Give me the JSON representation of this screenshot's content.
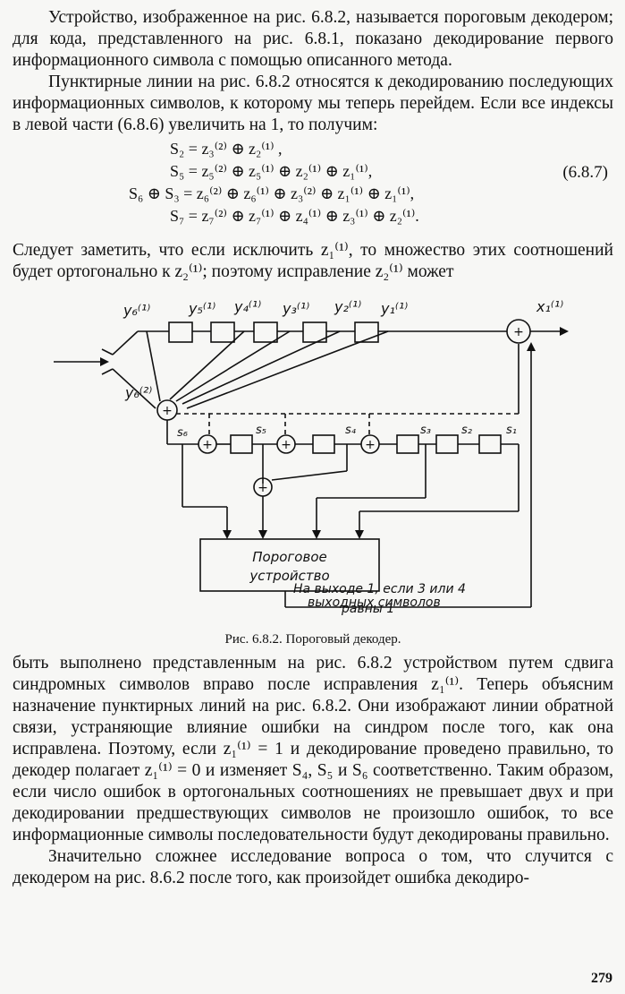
{
  "paragraphs": {
    "p1": "Устройство, изображенное на рис. 6.8.2, называется пороговым декодером; для кода, представленного на рис. 6.8.1, показано декодирование первого информационного символа с помощью описанного метода.",
    "p2": "Пунктирные линии на рис. 6.8.2 относятся к декодированию последующих информационных символов, к которому мы теперь перейдем. Если все индексы в левой части (6.8.6) увеличить на 1, то получим:",
    "p3": "Следует заметить, что если исключить z₁⁽¹⁾, то множество этих соотношений будет ортогонально к z₂⁽¹⁾; поэтому исправление z₂⁽¹⁾ может",
    "p4": "быть выполнено представленным на рис. 6.8.2 устройством путем сдвига синдромных символов вправо после исправления z₁⁽¹⁾. Теперь объясним назначение пунктирных линий на рис. 6.8.2. Они изображают линии обратной связи, устраняющие влияние ошибки на синдром после того, как она исправлена. Поэтому, если z₁⁽¹⁾ = 1 и декодирование проведено правильно, то декодер полагает z₁⁽¹⁾ = 0 и изменяет S₄, S₅ и S₆ соответственно. Таким образом, если число ошибок в ортогональных соотношениях не превышает двух и при декодировании предшествующих символов не произошло ошибок, то все информационные символы последовательности будут декодированы правильно.",
    "p5": "Значительно сложнее исследование вопроса о том, что случится с декодером на рис. 8.6.2 после того, как произойдет ошибка декодиро-"
  },
  "equations": {
    "line1": "S₂ = z₃⁽²⁾ ⊕ z₂⁽¹⁾ ,",
    "line2": "S₅ = z₅⁽²⁾ ⊕ z₅⁽¹⁾ ⊕ z₂⁽¹⁾ ⊕ z₁⁽¹⁾,",
    "line3": "S₆ ⊕ S₃ = z₆⁽²⁾ ⊕ z₆⁽¹⁾ ⊕ z₃⁽²⁾ ⊕ z₁⁽¹⁾ ⊕ z₁⁽¹⁾,",
    "line4": "S₇ = z₇⁽²⁾ ⊕ z₇⁽¹⁾ ⊕ z₄⁽¹⁾ ⊕ z₃⁽¹⁾ ⊕ z₂⁽¹⁾.",
    "number": "(6.8.7)"
  },
  "figure": {
    "labels": {
      "y6_1": "y₆⁽¹⁾",
      "y5_1": "y₅⁽¹⁾",
      "y4_1": "y₄⁽¹⁾",
      "y3_1": "y₃⁽¹⁾",
      "y2_1": "y₂⁽¹⁾",
      "y1_1": "y₁⁽¹⁾",
      "x1_1": "x₁⁽¹⁾",
      "y6_2": "y₆⁽²⁾",
      "s6": "s₆",
      "s5": "s₅",
      "s4": "s₄",
      "s3": "s₃",
      "s2": "s₂",
      "s1": "s₁",
      "xor": "+"
    },
    "threshold_box_line1": "Пороговое",
    "threshold_box_line2": "устройство",
    "note_line1": "На выходе 1, если 3 или 4",
    "note_line2": "выходных символов",
    "note_line3": "равны 1"
  },
  "caption": "Рис. 6.8.2. Пороговый декодер.",
  "page_number": "279"
}
